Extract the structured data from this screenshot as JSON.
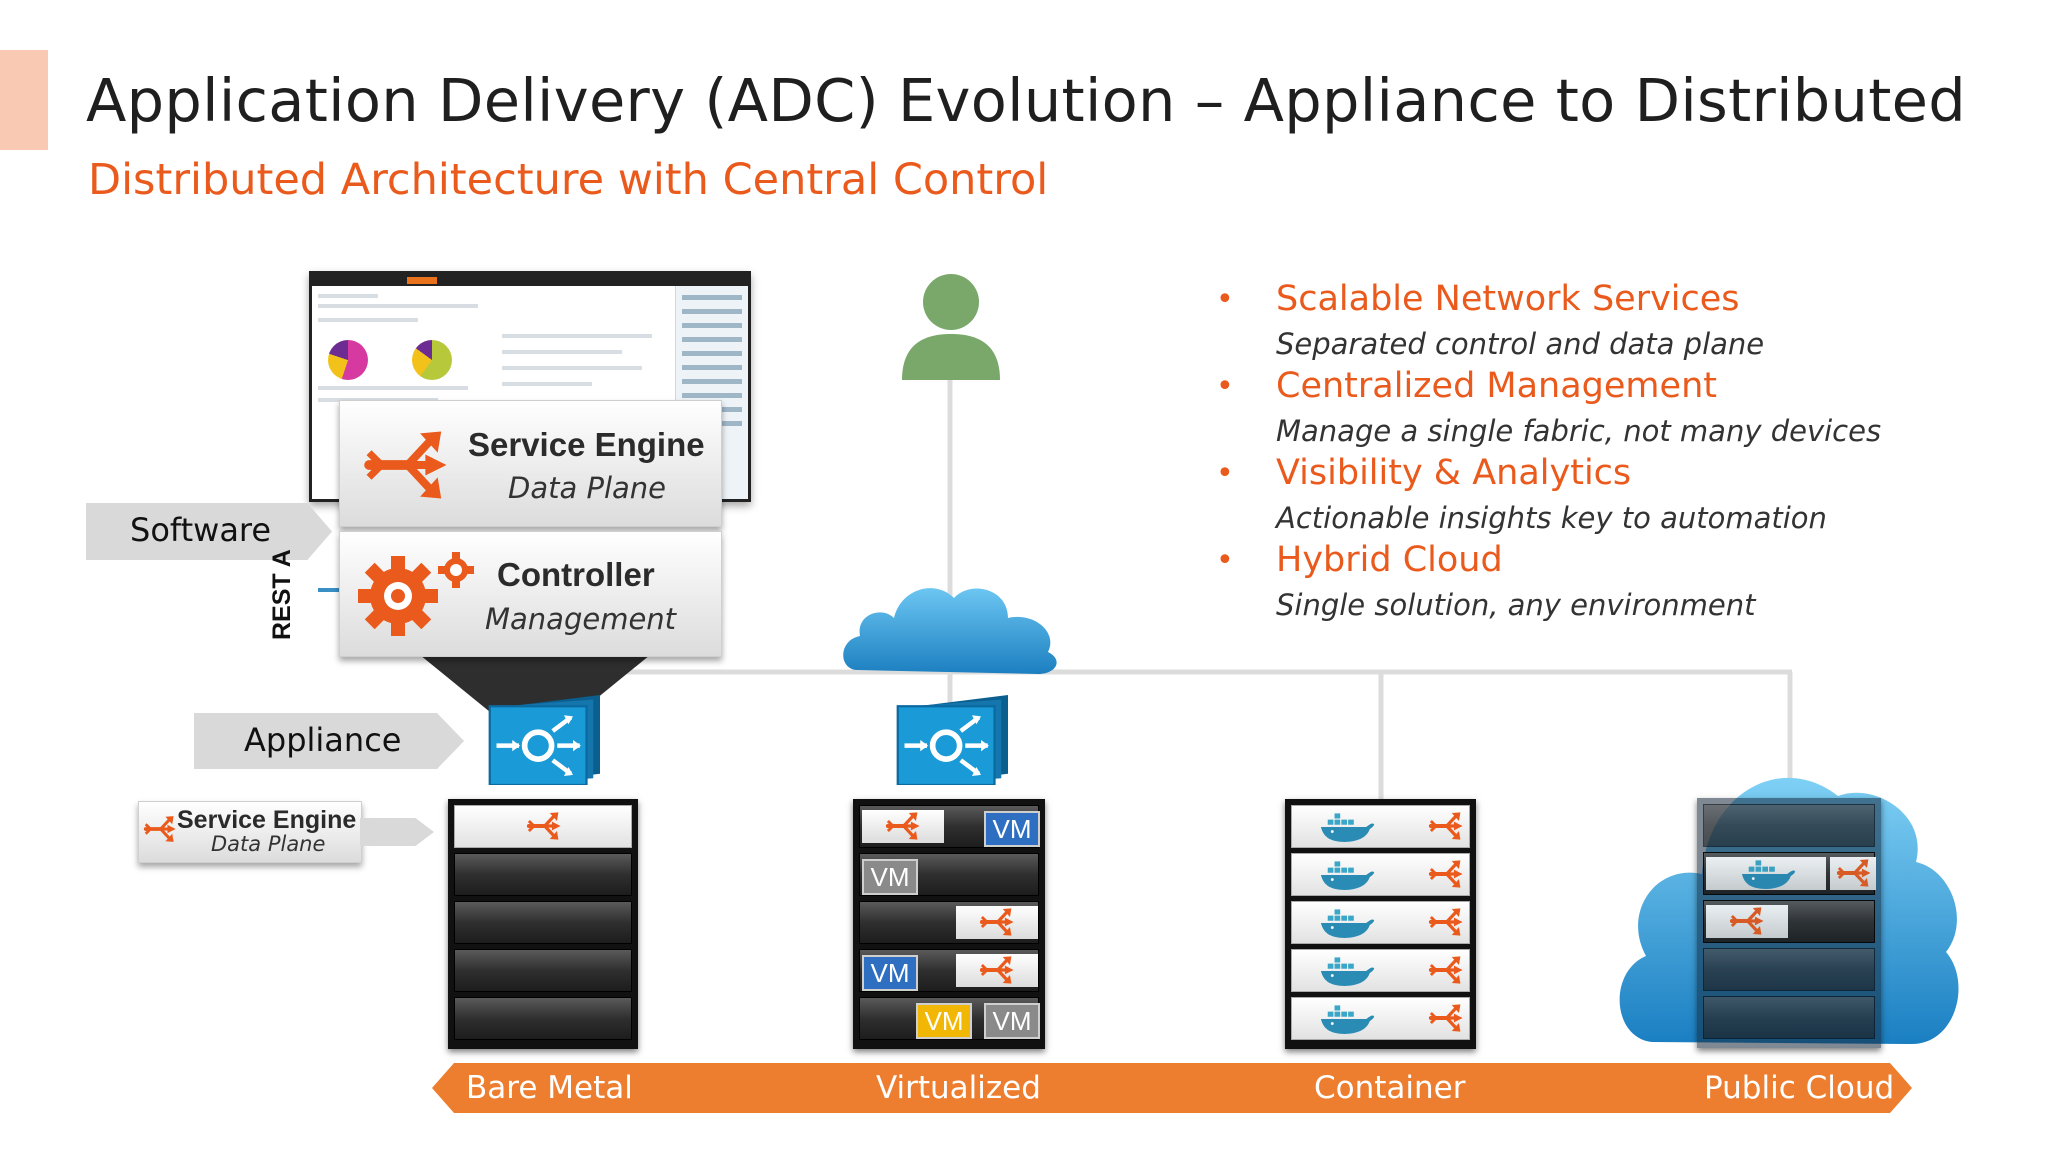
{
  "slide": {
    "title": "Application Delivery (ADC) Evolution – Appliance to Distributed",
    "subtitle": "Distributed Architecture with Central Control"
  },
  "architecture": {
    "service_engine": {
      "title": "Service Engine",
      "subtitle": "Data Plane"
    },
    "controller": {
      "title": "Controller",
      "subtitle": "Management"
    },
    "software_tag": "Software",
    "rest_api_label": "REST A",
    "appliance_tag": "Appliance",
    "legend": {
      "title": "Service Engine",
      "subtitle": "Data Plane"
    }
  },
  "bullets": [
    {
      "title": "Scalable Network Services",
      "desc": "Separated control and data plane"
    },
    {
      "title": "Centralized Management",
      "desc": "Manage a single fabric, not many devices"
    },
    {
      "title": "Visibility & Analytics",
      "desc": "Actionable insights key to automation"
    },
    {
      "title": "Hybrid Cloud",
      "desc": "Single solution, any environment"
    }
  ],
  "servers": {
    "vm_label": "VM"
  },
  "timeline": {
    "labels": [
      "Bare Metal",
      "Virtualized",
      "Container",
      "Public Cloud"
    ]
  },
  "colors": {
    "accent": "#ea5a1c",
    "timeline": "#ee7e2f",
    "appliance_blue": "#1a9ad6",
    "vm_blue": "#2f6fc1",
    "vm_gray": "#8a8a8a",
    "vm_yellow": "#f2b705",
    "person": "#7aa86a",
    "cloud": "#2e9bd8"
  },
  "icons": [
    "service-engine-icon",
    "controller-gear-icon",
    "appliance-icon",
    "person-icon",
    "cloud-icon",
    "docker-whale-icon"
  ]
}
